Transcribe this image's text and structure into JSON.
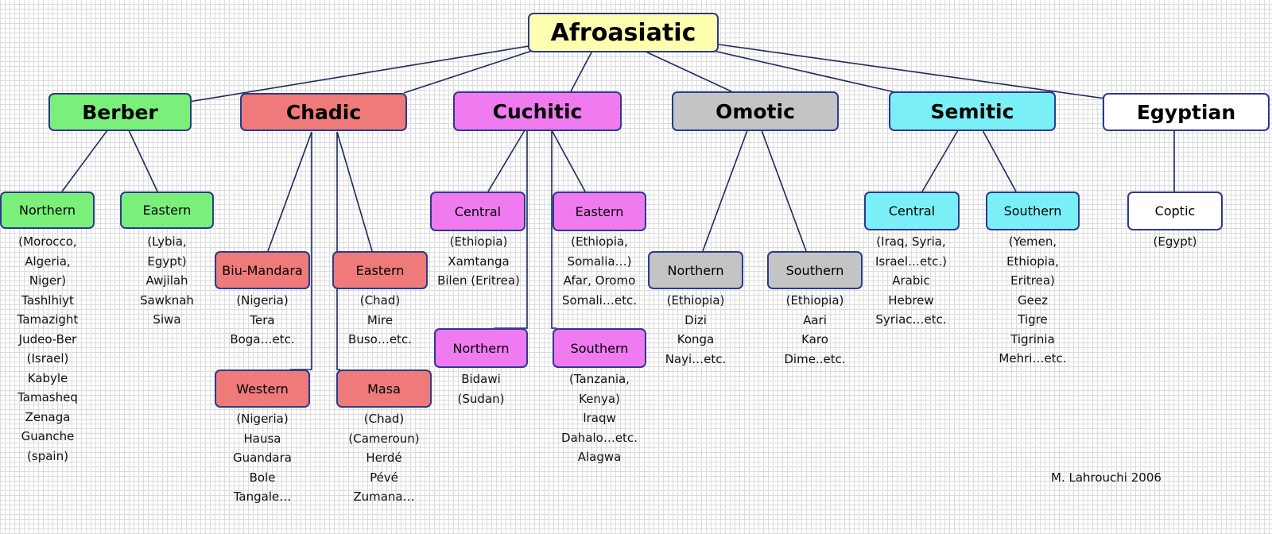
{
  "root": "Afroasiatic",
  "families": {
    "berber": "Berber",
    "chadic": "Chadic",
    "cuchitic": "Cuchitic",
    "omotic": "Omotic",
    "semitic": "Semitic",
    "egyptian": "Egyptian"
  },
  "branches": {
    "berber_northern": {
      "label": "Northern",
      "items": [
        "(Morocco,",
        "Algeria,",
        "Niger)",
        "Tashlhiyt",
        "Tamazight",
        "Judeo-Ber",
        "(Israel)",
        "Kabyle",
        "Tamasheq",
        "Zenaga",
        "Guanche",
        "(spain)"
      ]
    },
    "berber_eastern": {
      "label": "Eastern",
      "items": [
        "(Lybia,",
        "Egypt)",
        "Awjilah",
        "Sawknah",
        "Siwa"
      ]
    },
    "chadic_biu": {
      "label": "Biu-Mandara",
      "items": [
        "(Nigeria)",
        "Tera",
        "Boga…etc."
      ]
    },
    "chadic_eastern": {
      "label": "Eastern",
      "items": [
        "(Chad)",
        "Mire",
        "Buso…etc."
      ]
    },
    "chadic_western": {
      "label": "Western",
      "items": [
        "(Nigeria)",
        "Hausa",
        "Guandara",
        "Bole",
        "Tangale…"
      ]
    },
    "chadic_masa": {
      "label": "Masa",
      "items": [
        "(Chad)",
        "(Cameroun)",
        "Herdé",
        "Pévé",
        "Zumana…"
      ]
    },
    "cuchitic_central": {
      "label": "Central",
      "items": [
        "(Ethiopia)",
        "Xamtanga",
        "Bilen (Eritrea)"
      ]
    },
    "cuchitic_eastern": {
      "label": "Eastern",
      "items": [
        "(Ethiopia,",
        "Somalia…)",
        "Afar, Oromo",
        "Somali…etc."
      ]
    },
    "cuchitic_northern": {
      "label": "Northern",
      "items": [
        "Bidawi",
        "(Sudan)"
      ]
    },
    "cuchitic_southern": {
      "label": "Southern",
      "items": [
        "(Tanzania,",
        "Kenya)",
        "Iraqw",
        "Dahalo…etc.",
        "Alagwa"
      ]
    },
    "omotic_northern": {
      "label": "Northern",
      "items": [
        "(Ethiopia)",
        "Dizi",
        "Konga",
        "Nayi…etc."
      ]
    },
    "omotic_southern": {
      "label": "Southern",
      "items": [
        "(Ethiopia)",
        "Aari",
        "Karo",
        "Dime..etc."
      ]
    },
    "semitic_central": {
      "label": "Central",
      "items": [
        "(Iraq, Syria,",
        "Israel…etc.)",
        "Arabic",
        "Hebrew",
        "Syriac…etc."
      ]
    },
    "semitic_southern": {
      "label": "Southern",
      "items": [
        "(Yemen,",
        "Ethiopia,",
        "Eritrea)",
        "Geez",
        "Tigre",
        "Tigrinia",
        "Mehri…etc."
      ]
    },
    "egyptian_coptic": {
      "label": "Coptic",
      "items": [
        "(Egypt)"
      ]
    }
  },
  "credit": "M. Lahrouchi 2006",
  "colors": {
    "berber": "#7af07a",
    "chadic": "#ee7a7a",
    "cuchitic": "#f07af0",
    "omotic": "#c4c4c4",
    "semitic": "#7af0f6",
    "egyptian": "#ffffff",
    "root": "#ffffb0",
    "border": "#2b3a8c"
  }
}
